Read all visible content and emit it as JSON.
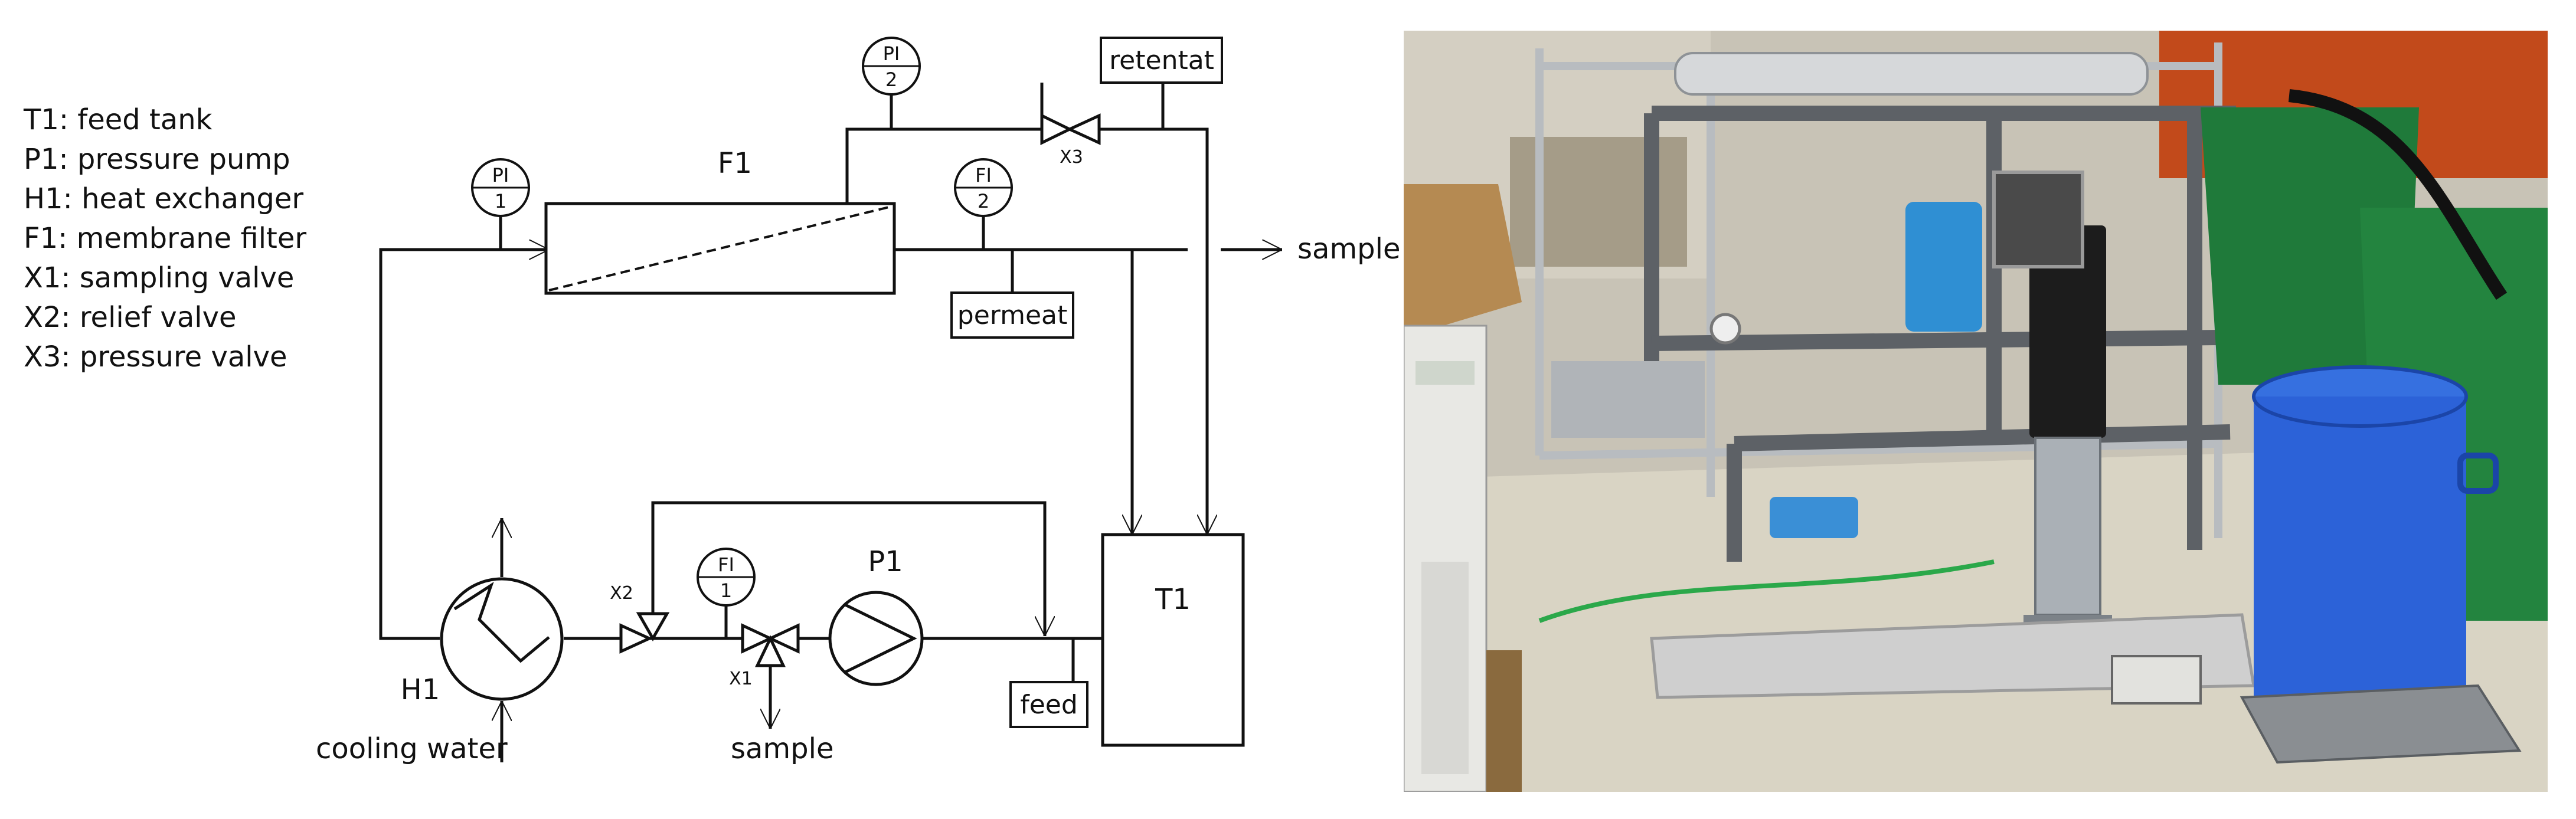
{
  "legend": [
    {
      "code": "T1",
      "desc": "feed tank"
    },
    {
      "code": "P1",
      "desc": "pressure pump"
    },
    {
      "code": "H1",
      "desc": "heat exchanger"
    },
    {
      "code": "F1",
      "desc": "membrane filter"
    },
    {
      "code": "X1",
      "desc": "sampling valve"
    },
    {
      "code": "X2",
      "desc": "relief valve"
    },
    {
      "code": "X3",
      "desc": "pressure valve"
    }
  ],
  "diagram": {
    "f1_label": "F1",
    "t1_label": "T1",
    "p1_label": "P1",
    "h1_label": "H1",
    "pi1_top": "PI",
    "pi1_bottom": "1",
    "pi2_top": "PI",
    "pi2_bottom": "2",
    "fi1_top": "FI",
    "fi1_bottom": "1",
    "fi2_top": "FI",
    "fi2_bottom": "2",
    "retentat_label": "retentat",
    "permeat_label": "permeat",
    "feed_label": "feed",
    "sample_top_label": "sample",
    "sample_bottom_label": "sample",
    "cooling_water_label": "cooling water",
    "x1_label": "X1",
    "x2_label": "X2",
    "x3_label": "X3"
  },
  "photo": {
    "colors": {
      "floor": "#d9d4c4",
      "pipe_grey": "#5d6166",
      "barrel_blue": "#2c62d8",
      "bin_green": "#1f7a3a",
      "wall_orange": "#c24a1b",
      "steel": "#b8bcc0"
    }
  }
}
